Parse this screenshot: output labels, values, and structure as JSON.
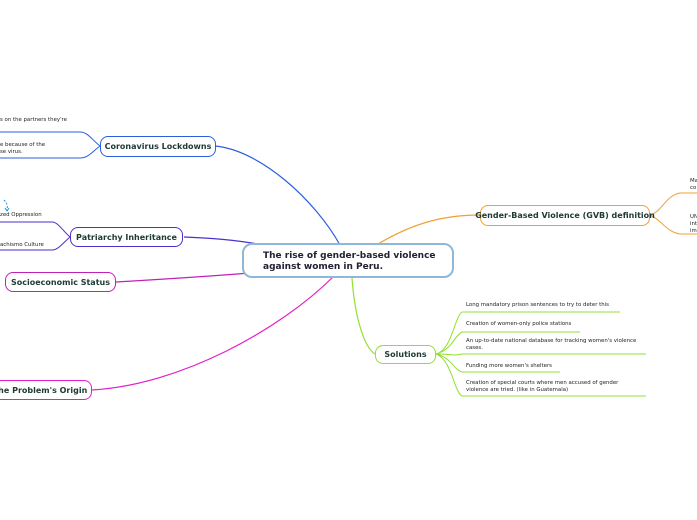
{
  "central_topic": "The rise of gender-based violence against women in Peru.",
  "colors": {
    "covid": "#2a5fe0",
    "patriarchy": "#4b2fcf",
    "socio": "#c020b8",
    "origin": "#e020c8",
    "gbv": "#f0a030",
    "solutions": "#90e030",
    "central_border": "#8fb8d8"
  },
  "branches": {
    "coronavirus": {
      "label": "Coronavirus Lockdowns",
      "leaves": [
        "s on the partners they're",
        "e because of the",
        "se virus."
      ]
    },
    "patriarchy": {
      "label": "Patriarchy Inheritance",
      "leaves": [
        "zed Oppression",
        "achismo Culture"
      ],
      "icon": "arrow-icon"
    },
    "socioeconomic": {
      "label": "Socioeconomic Status"
    },
    "origin": {
      "label": "The Problem's Origin"
    },
    "gbv": {
      "label": "Gender-Based Violence (GVB) definition",
      "leaves": [
        "Ma",
        "co",
        "UN",
        "int",
        "im"
      ]
    },
    "solutions": {
      "label": "Solutions",
      "leaves": [
        "Long mandatory prison sentences to try to deter this",
        "Creation of women-only police stations",
        "An up-to-date national database for tracking women's violence",
        "cases.",
        "Funding more women's shelters",
        "Creation of special courts where men accused of gender",
        "violence are tried. (like in Guatemala)"
      ]
    }
  }
}
